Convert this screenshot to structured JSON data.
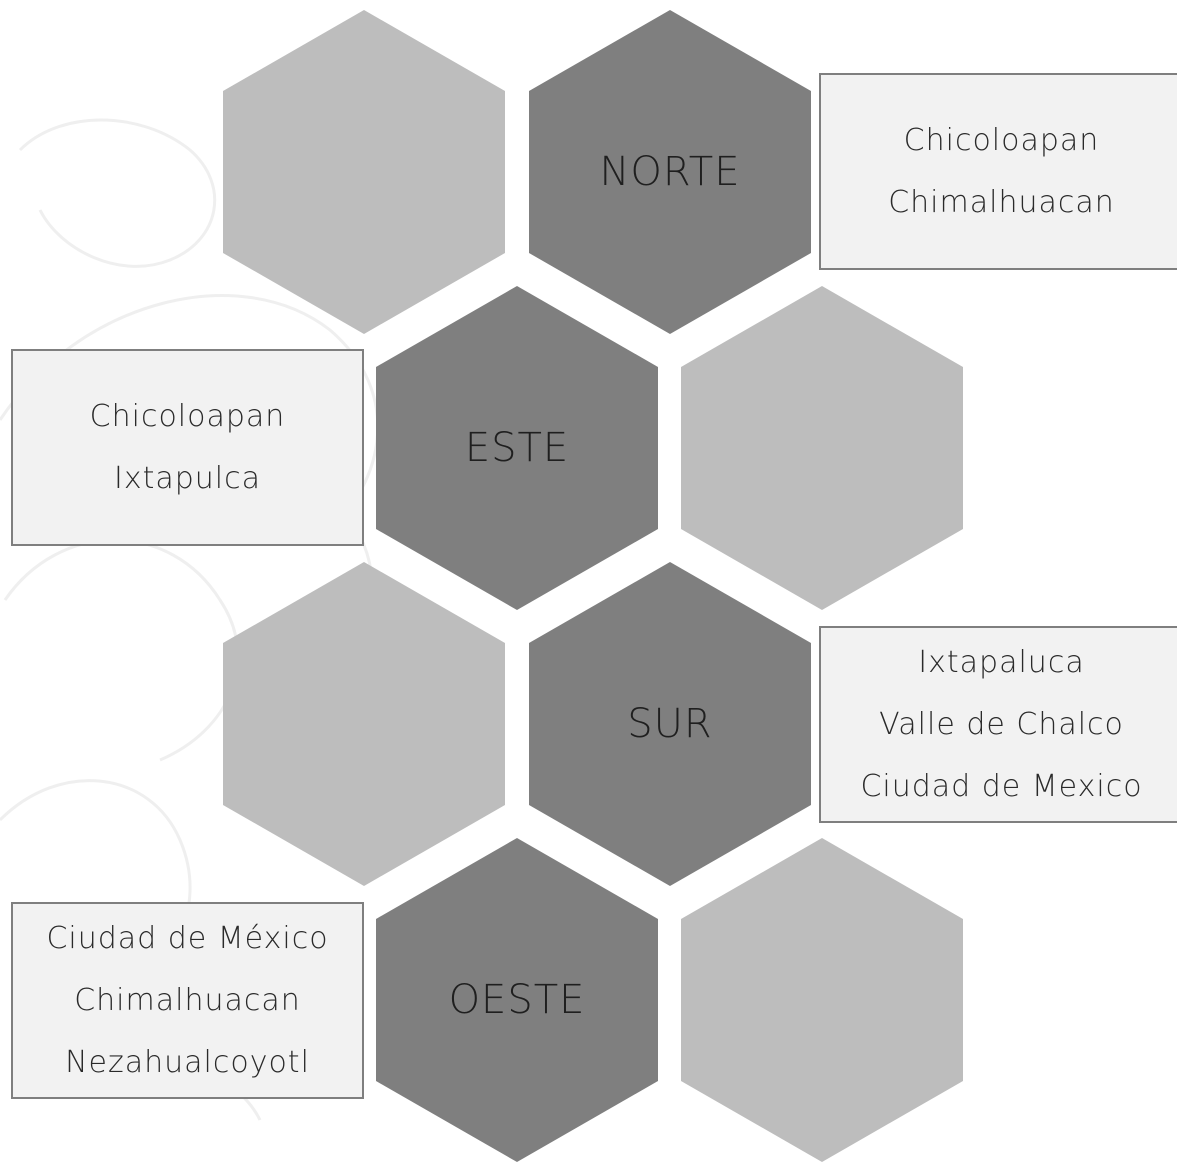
{
  "regions": {
    "norte": {
      "label": "NORTE",
      "places": [
        "Chicoloapan",
        "Chimalhuacan"
      ]
    },
    "este": {
      "label": "ESTE",
      "places": [
        "Chicoloapan",
        "Ixtapulca"
      ]
    },
    "sur": {
      "label": "SUR",
      "places": [
        "Ixtapaluca",
        "Valle de Chalco",
        "Ciudad de Mexico"
      ]
    },
    "oeste": {
      "label": "OESTE",
      "places": [
        "Ciudad de México",
        "Chimalhuacan",
        "Nezahualcoyotl"
      ]
    }
  },
  "colors": {
    "hex_dark": "#7f7f7f",
    "hex_light": "#bdbdbd",
    "box_fill": "#f2f2f2",
    "box_border": "#7f7f7f"
  }
}
